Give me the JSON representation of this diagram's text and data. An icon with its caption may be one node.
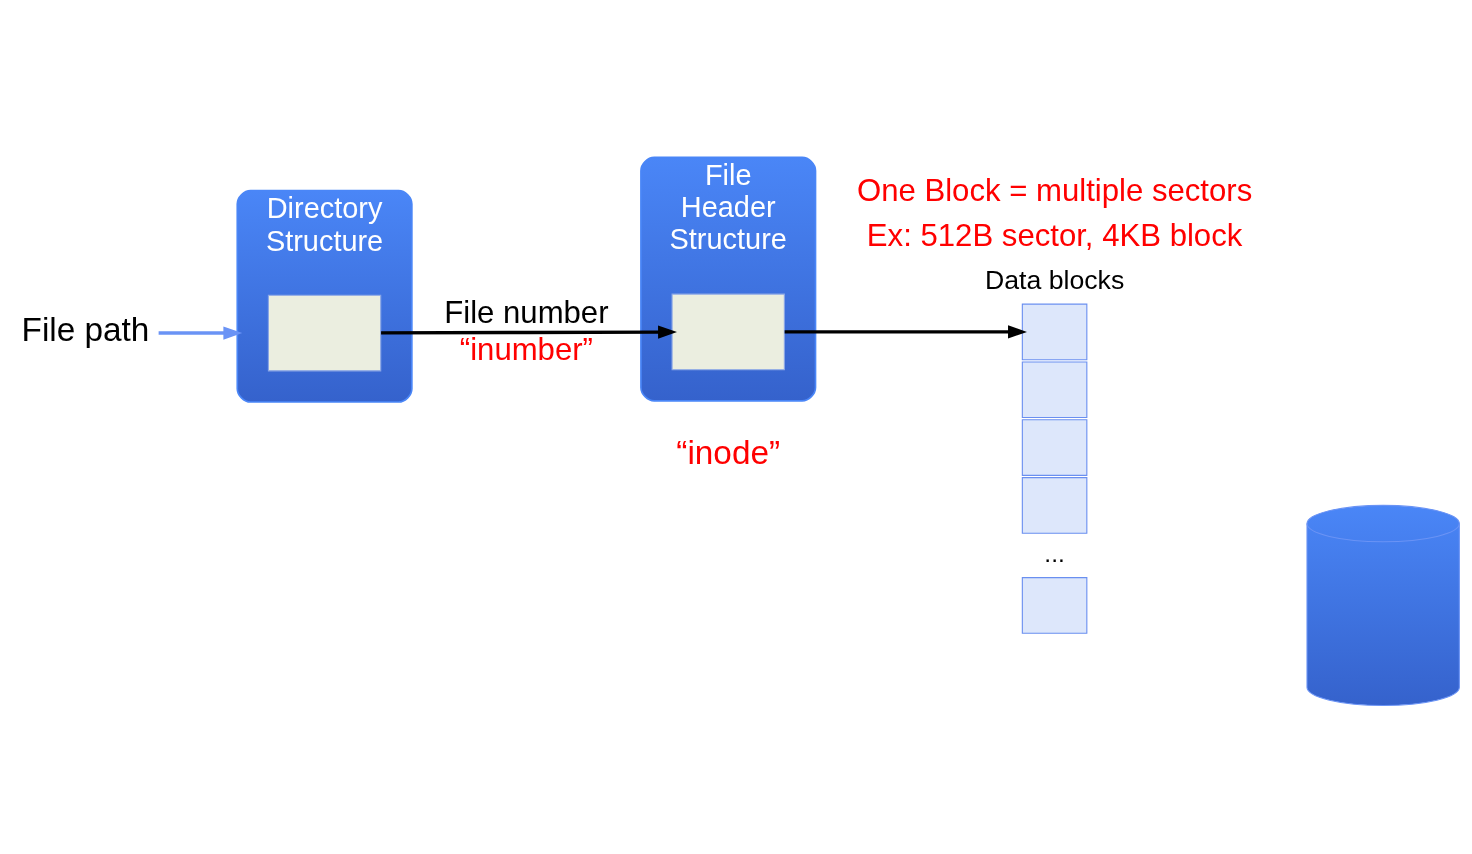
{
  "diagram": {
    "nodes": [
      {
        "text": [
          "File path"
        ]
      },
      {
        "text": [
          "Directory Structure"
        ]
      },
      {
        "text": [],
        "shape": "box",
        "in": 1
      },
      {
        "text": [
          "File Header Structure"
        ],
        "beside": [
          "“inode”"
        ]
      },
      {
        "text": [],
        "shape": "box",
        "in": 3
      },
      {
        "text": [],
        "shape": "box"
      },
      {
        "text": [],
        "shape": "box"
      },
      {
        "text": [],
        "shape": "box"
      },
      {
        "text": [],
        "shape": "box"
      },
      {
        "text": [],
        "shape": "box"
      },
      {
        "text": [],
        "shape": "cylinder"
      }
    ],
    "edges": [
      {
        "from": 0,
        "to": 1,
        "arrow": "to",
        "color": "#6a93f5"
      },
      {
        "from": 2,
        "to": 4,
        "arrow": "to",
        "label": "File number"
      },
      {
        "from": 4,
        "to": 5,
        "arrow": "to"
      }
    ],
    "labels": [
      "One Block = multiple sectors",
      "Ex: 512B sector, 4KB block",
      "“inumber”",
      "Data blocks",
      "..."
    ]
  }
}
